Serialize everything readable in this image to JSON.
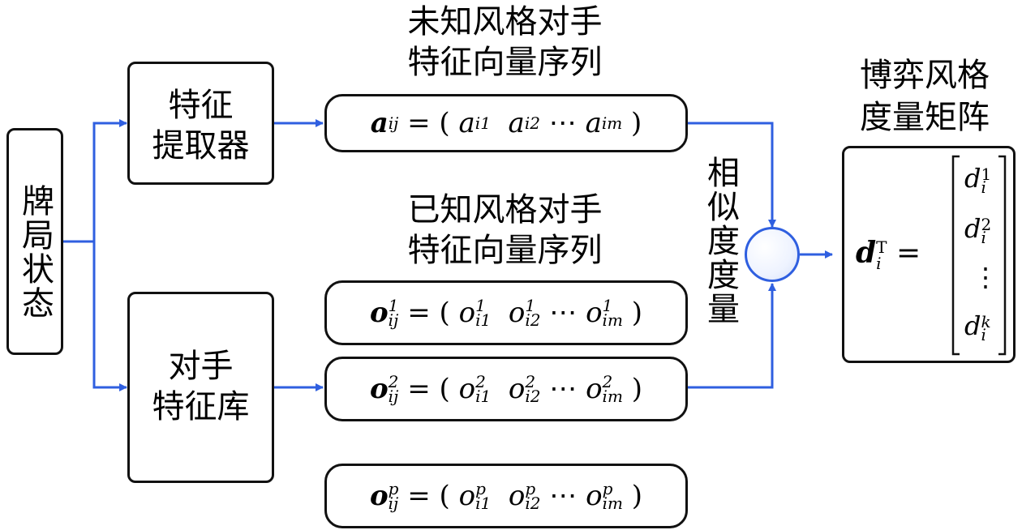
{
  "left_box": {
    "label": "牌局状态"
  },
  "extractor": {
    "label_line1": "特征",
    "label_line2": "提取器"
  },
  "library": {
    "label_line1": "对手",
    "label_line2": "特征库"
  },
  "unknown_title": {
    "line1": "未知风格对手",
    "line2": "特征向量序列"
  },
  "known_title": {
    "line1": "已知风格对手",
    "line2": "特征向量序列"
  },
  "similarity": {
    "label": "相似度度量"
  },
  "matrix_title": {
    "line1": "博弈风格",
    "line2": "度量矩阵"
  },
  "formulas": {
    "unknown": {
      "var": "a",
      "sub": "ij",
      "elems": [
        "a",
        "a",
        "a"
      ],
      "elem_subs": [
        "i1",
        "i2",
        "im"
      ]
    },
    "known": [
      {
        "var": "o",
        "sup": "1",
        "sub": "ij",
        "elem_subs": [
          "i1",
          "i2",
          "im"
        ]
      },
      {
        "var": "o",
        "sup": "2",
        "sub": "ij",
        "elem_subs": [
          "i1",
          "i2",
          "im"
        ]
      },
      {
        "var": "o",
        "sup": "p",
        "sub": "ij",
        "elem_subs": [
          "i1",
          "i2",
          "im"
        ]
      }
    ],
    "matrix": {
      "lhs_var": "d",
      "lhs_sub": "i",
      "lhs_sup": "T",
      "entries": [
        "1",
        "2",
        "k"
      ],
      "entry_sub": "i"
    }
  },
  "colors": {
    "arrow": "#2f5fe0",
    "border": "#111111"
  }
}
